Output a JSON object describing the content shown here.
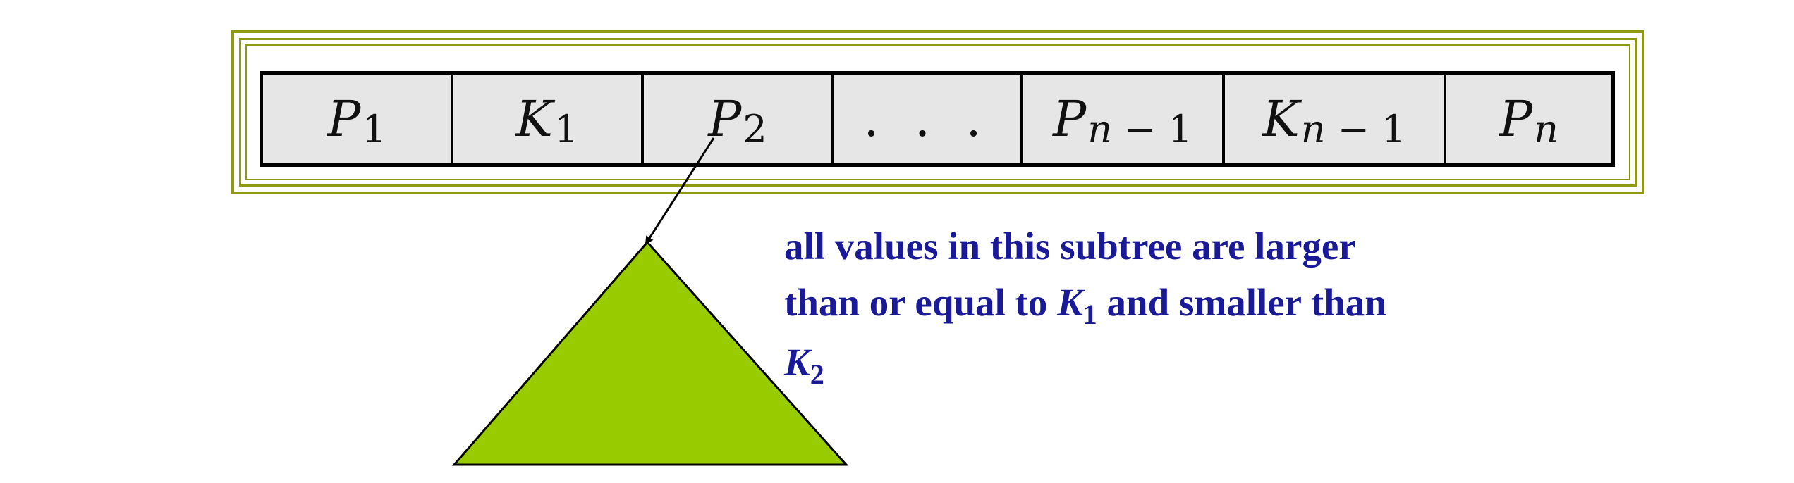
{
  "node": {
    "cells": [
      {
        "main": "P",
        "sub": "1",
        "sub_italic": ""
      },
      {
        "main": "K",
        "sub": "1",
        "sub_italic": ""
      },
      {
        "main": "P",
        "sub": "2",
        "sub_italic": ""
      },
      {
        "main": ". . .",
        "sub": "",
        "sub_italic": ""
      },
      {
        "main": "P",
        "sub": " − 1",
        "sub_italic": "n"
      },
      {
        "main": "K",
        "sub": " − 1",
        "sub_italic": "n"
      },
      {
        "main": "P",
        "sub": "",
        "sub_italic": "n"
      }
    ]
  },
  "caption": {
    "line1": "all values in this subtree are larger",
    "line2_a": "than or equal to ",
    "line2_var": "K",
    "line2_sub": "1",
    "line2_b": " and smaller than",
    "line3_var": "K",
    "line3_sub": "2"
  },
  "colors": {
    "frame": "#8f9a12",
    "cell_fill": "#e6e6e6",
    "subtree_fill": "#99cc00",
    "caption_text": "#1a1a99"
  }
}
